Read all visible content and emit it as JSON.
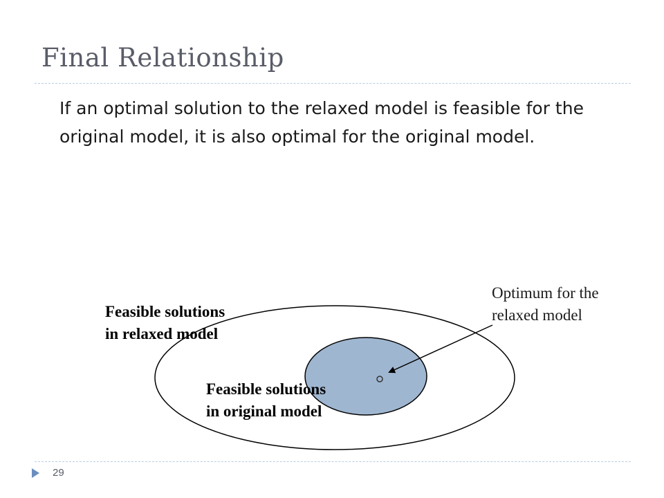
{
  "slide": {
    "title": "Final Relationship",
    "body": "If an optimal solution to the relaxed model is feasible for the original model, it is also optimal for the original model.",
    "page_number": "29"
  },
  "diagram": {
    "outer_set_label_line1": "Feasible solutions",
    "outer_set_label_line2": "in relaxed model",
    "inner_set_label_line1": "Feasible solutions",
    "inner_set_label_line2": "in original model",
    "optimum_label_line1": "Optimum for the",
    "optimum_label_line2": "relaxed model",
    "colors": {
      "inner_set_fill": "#9fb6d0",
      "title_text": "#5a5d68",
      "rule": "#b9cde3",
      "page_marker": "#6c8ebf"
    }
  }
}
